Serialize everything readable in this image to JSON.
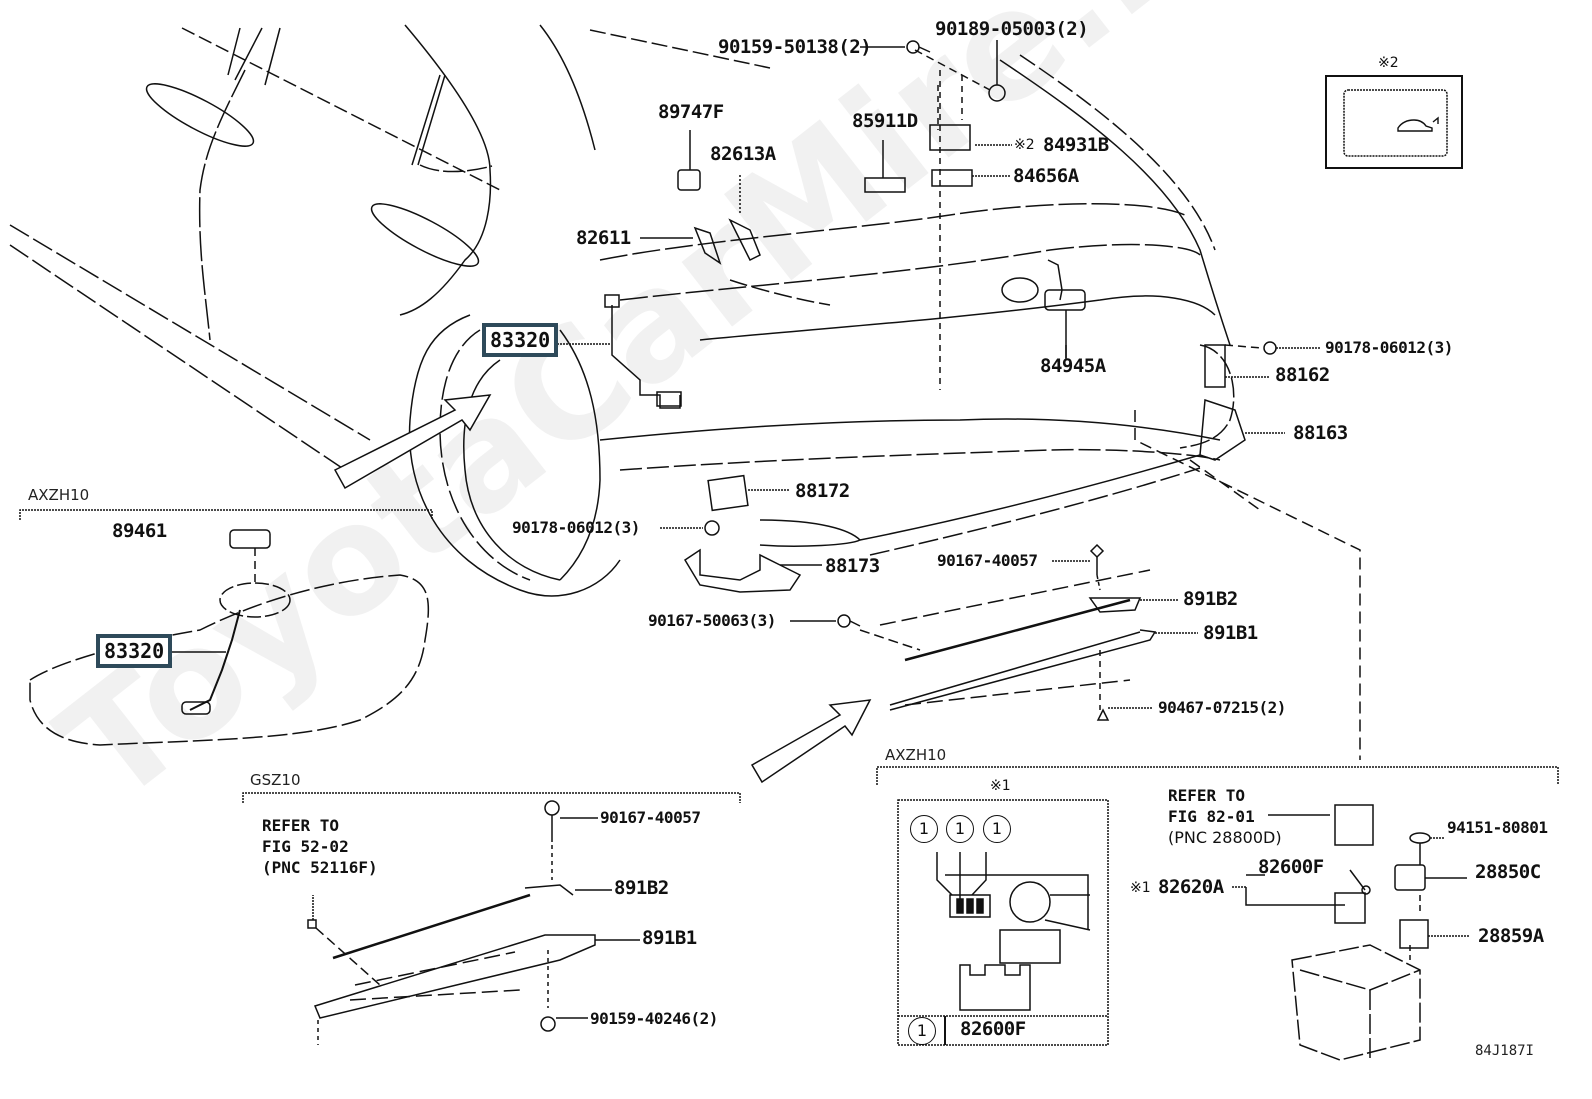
{
  "diagram": {
    "figure_id": "84J187I",
    "watermark": "ToyotaCarMire.ru",
    "highlight_color": "#2e4a5a",
    "main_labels": {
      "p90159_50138": "90159-50138(2)",
      "p90189_05003": "90189-05003(2)",
      "p89747F": "89747F",
      "p82613A": "82613A",
      "p85911D": "85911D",
      "p84931B": "84931B",
      "p84931B_mark": "※2",
      "p84656A": "84656A",
      "p82611": "82611",
      "p83320": "83320",
      "p84945A": "84945A",
      "p90178_06012_right": "90178-06012(3)",
      "p88162": "88162",
      "p88163": "88163",
      "p88172": "88172",
      "p90178_06012_left": "90178-06012(3)",
      "p88173": "88173",
      "p90167_40057": "90167-40057",
      "p891B2": "891B2",
      "p90167_50063": "90167-50063(3)",
      "p891B1": "891B1",
      "p90467_07215": "90467-07215(2)"
    },
    "inset_switch": {
      "mark": "※2",
      "icon": "trunk-open-icon"
    },
    "section_axzh10_left": {
      "caption": "AXZH10",
      "p89461": "89461",
      "p83320": "83320"
    },
    "section_gsz10": {
      "caption": "GSZ10",
      "refer_line1": "REFER TO",
      "refer_line2": "FIG 52-02",
      "refer_line3": "(PNC 52116F)",
      "p90167_40057": "90167-40057",
      "p891B2": "891B2",
      "p891B1": "891B1",
      "p90159_40246": "90159-40246(2)"
    },
    "section_axzh10_right": {
      "caption": "AXZH10",
      "detail_mark": "※1",
      "callout_numbers": [
        "1",
        "1",
        "1"
      ],
      "legend_number": "1",
      "legend_part": "82600F",
      "refer_line1": "REFER TO",
      "refer_line2": "FIG 82-01",
      "refer_line3": "(PNC 28800D)",
      "p94151_80801": "94151-80801",
      "p82600F": "82600F",
      "p82620A_mark": "※1",
      "p82620A": "82620A",
      "p28850C": "28850C",
      "p28859A": "28859A"
    }
  }
}
